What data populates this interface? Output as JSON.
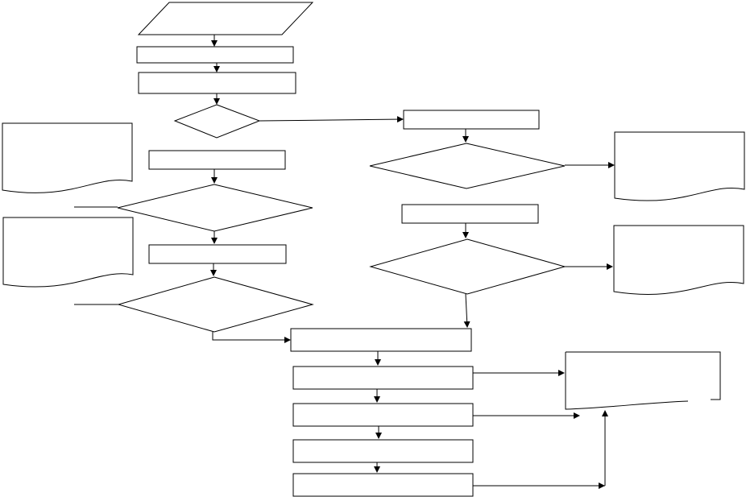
{
  "diagram": {
    "type": "flowchart",
    "line_color": "#000000",
    "fill_color": "#ffffff",
    "nodes": [
      {
        "id": "input-1",
        "shape": "parallelogram",
        "text": ""
      },
      {
        "id": "process-1",
        "shape": "rectangle",
        "text": ""
      },
      {
        "id": "process-2",
        "shape": "rectangle",
        "text": ""
      },
      {
        "id": "decision-1",
        "shape": "diamond",
        "text": ""
      },
      {
        "id": "process-3",
        "shape": "rectangle",
        "text": ""
      },
      {
        "id": "decision-2",
        "shape": "diamond",
        "text": ""
      },
      {
        "id": "process-4",
        "shape": "rectangle",
        "text": ""
      },
      {
        "id": "decision-3",
        "shape": "diamond",
        "text": ""
      },
      {
        "id": "document-1",
        "shape": "document",
        "text": ""
      },
      {
        "id": "document-2",
        "shape": "document",
        "text": ""
      },
      {
        "id": "process-5",
        "shape": "rectangle",
        "text": ""
      },
      {
        "id": "decision-4",
        "shape": "diamond",
        "text": ""
      },
      {
        "id": "document-3",
        "shape": "document",
        "text": ""
      },
      {
        "id": "process-6",
        "shape": "rectangle",
        "text": ""
      },
      {
        "id": "decision-5",
        "shape": "diamond",
        "text": ""
      },
      {
        "id": "document-4",
        "shape": "document",
        "text": ""
      },
      {
        "id": "process-7",
        "shape": "rectangle",
        "text": ""
      },
      {
        "id": "process-8",
        "shape": "rectangle",
        "text": ""
      },
      {
        "id": "process-9",
        "shape": "rectangle",
        "text": ""
      },
      {
        "id": "process-10",
        "shape": "rectangle",
        "text": ""
      },
      {
        "id": "process-11",
        "shape": "rectangle",
        "text": ""
      },
      {
        "id": "document-5",
        "shape": "document",
        "text": ""
      }
    ]
  }
}
